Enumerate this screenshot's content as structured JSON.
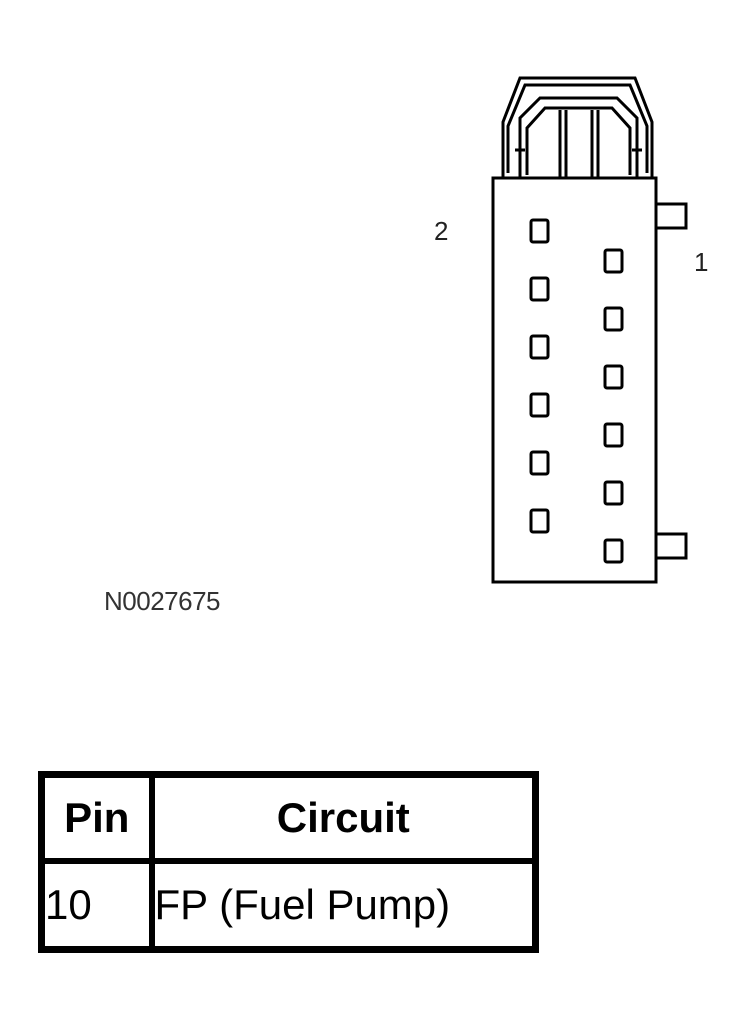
{
  "connector": {
    "pin_labels": {
      "left": "2",
      "right": "1"
    },
    "figure_code": "N0027675"
  },
  "pin_table": {
    "headers": [
      "Pin",
      "Circuit"
    ],
    "rows": [
      [
        "10",
        "FP (Fuel Pump)"
      ]
    ]
  }
}
